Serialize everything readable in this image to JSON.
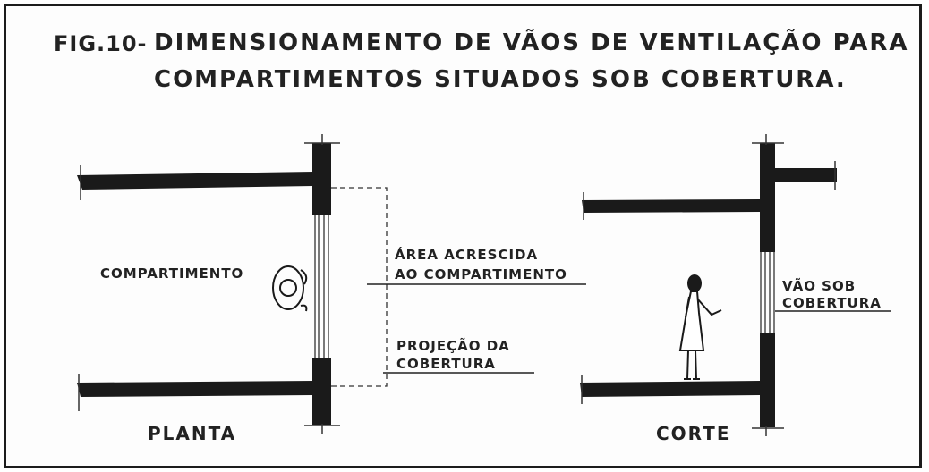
{
  "title": {
    "prefix": "FIG.10-",
    "line1": "DIMENSIONAMENTO DE VÃOS DE VENTILAÇÃO PARA",
    "line2": "COMPARTIMENTOS SITUADOS SOB COBERTURA."
  },
  "plan": {
    "caption": "PLANTA",
    "room_label": "COMPARTIMENTO",
    "added_area_line1": "ÁREA ACRESCIDA",
    "added_area_line2": "AO COMPARTIMENTO",
    "projection_line1": "PROJEÇÃO DA",
    "projection_line2": "COBERTURA"
  },
  "section": {
    "caption": "CORTE",
    "opening_line1": "VÃO SOB",
    "opening_line2": "COBERTURA"
  }
}
